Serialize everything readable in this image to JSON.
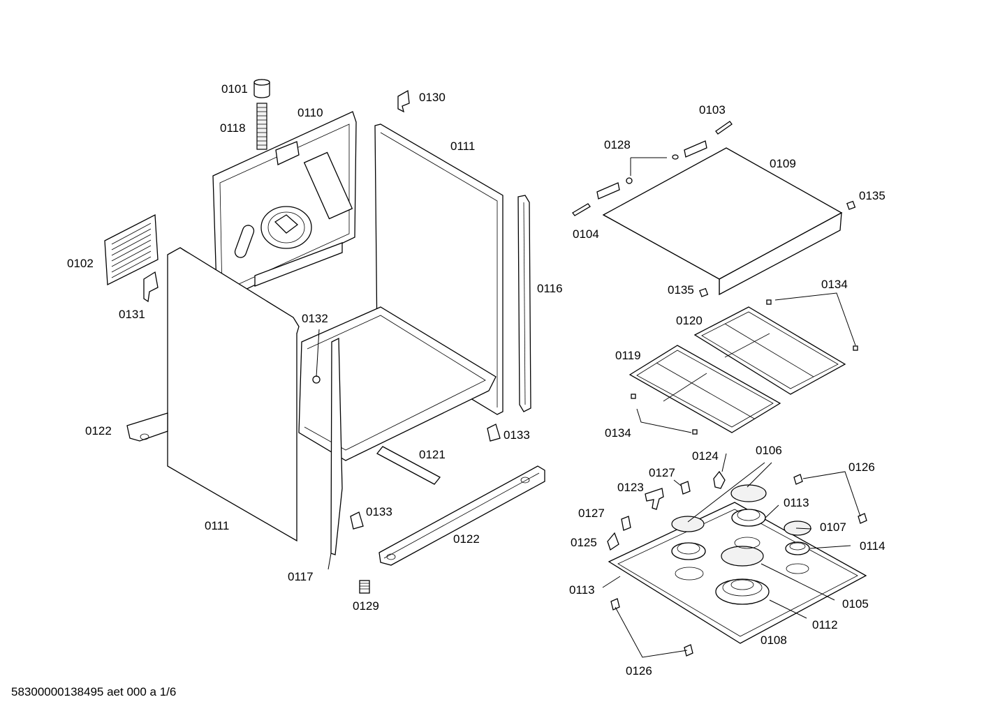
{
  "callouts": [
    "0101",
    "0118",
    "0110",
    "0130",
    "0111",
    "0102",
    "0131",
    "0132",
    "0116",
    "0122",
    "0121",
    "0133",
    "0111",
    "0133",
    "0117",
    "0122",
    "0129",
    "0103",
    "0128",
    "0109",
    "0104",
    "0135",
    "0135",
    "0134",
    "0120",
    "0119",
    "0134",
    "0106",
    "0124",
    "0127",
    "0126",
    "0123",
    "0113",
    "0127",
    "0107",
    "0125",
    "0114",
    "0113",
    "0105",
    "0112",
    "0108",
    "0126"
  ],
  "footer": "58300000138495 aet 000 a 1/6"
}
